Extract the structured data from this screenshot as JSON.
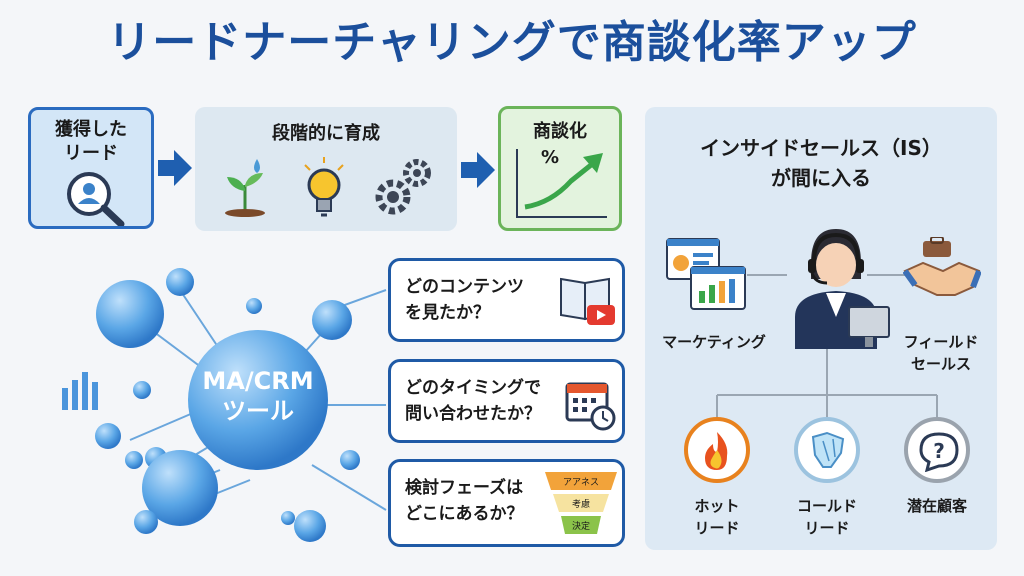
{
  "title": "リードナーチャリングで商談化率アップ",
  "flow": {
    "lead": "獲得した\nリード",
    "nurture": "段階的に育成",
    "deal": "商談化",
    "deal_symbol": "%"
  },
  "ma_crm": {
    "label": "MA/CRM\nツール",
    "questions": [
      {
        "text": "どのコンテンツ\nを見たか？"
      },
      {
        "text": "どのタイミングで\n問い合わせたか？"
      },
      {
        "text": "検討フェーズは\nどこにあるか？"
      }
    ],
    "funnel_stages": [
      "アアネス",
      "考慮",
      "決定"
    ]
  },
  "inside_sales": {
    "title": "インサイドセールス（IS）\nが間に入る",
    "left_label": "マーケティング",
    "right_label": "フィールド\nセールス",
    "categories": [
      {
        "label": "ホット\nリード",
        "icon": "fire-icon"
      },
      {
        "label": "コールド\nリード",
        "icon": "ice-icon"
      },
      {
        "label": "潜在顧客",
        "icon": "question-icon"
      }
    ]
  },
  "colors": {
    "title_blue": "#1b4f9c",
    "arrow_blue": "#1f5fb0",
    "green": "#3aa64a",
    "orange": "#e8821e"
  }
}
